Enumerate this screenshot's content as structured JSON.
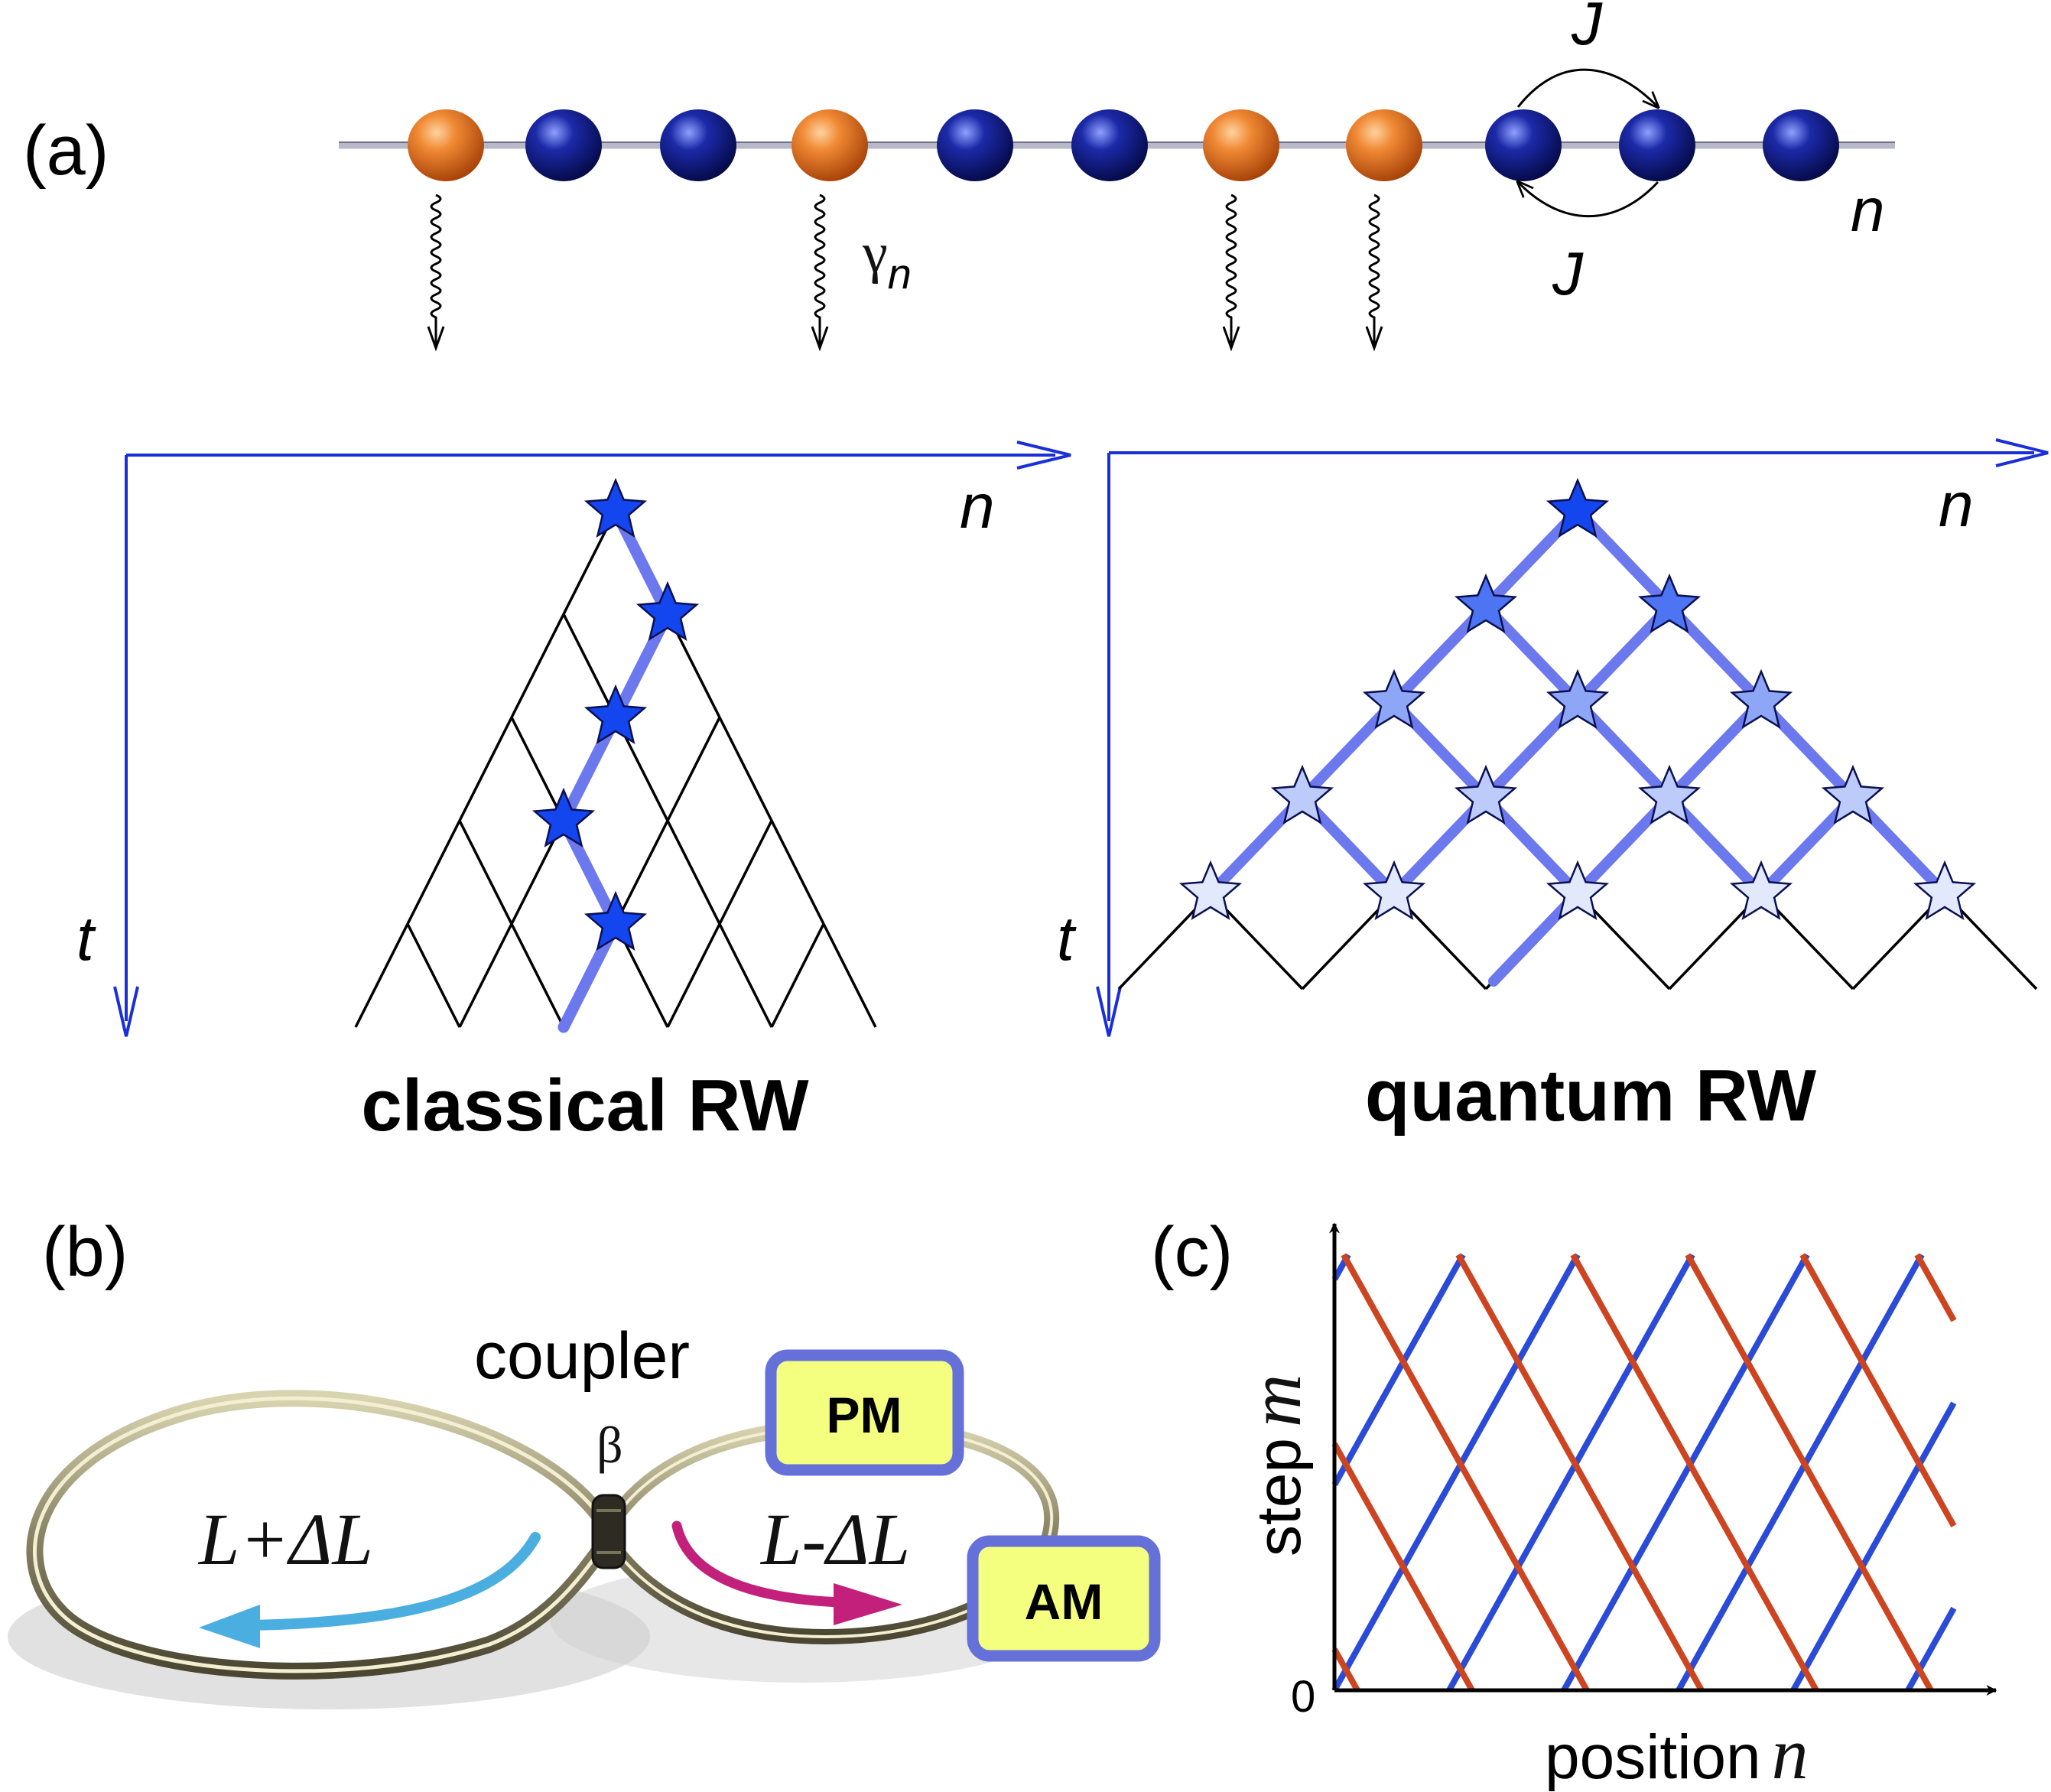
{
  "panel_a": {
    "label": "(a)",
    "axis_label_n": "n",
    "coupling_label": "J",
    "decay_label": "γ",
    "decay_subscript": "n",
    "time_label": "t",
    "classical_title": "classical RW",
    "quantum_title": "quantum RW",
    "site_types": [
      "lossy",
      "lossless",
      "lossless",
      "lossy",
      "lossless",
      "lossless",
      "lossy",
      "lossy",
      "lossless",
      "lossless",
      "lossless"
    ]
  },
  "panel_b": {
    "label": "(b)",
    "coupler_text": "coupler",
    "beta_text": "β",
    "left_loop_text": "L+ΔL",
    "right_loop_text": "L-ΔL",
    "pm_label": "PM",
    "am_label": "AM"
  },
  "panel_c": {
    "label": "(c)",
    "y_label_word": "step",
    "y_label_var": "m",
    "x_label_word": "position",
    "x_label_var": "n",
    "origin_label": "0"
  },
  "colors": {
    "lossy_site": "#e8661c",
    "lossless_site": "#14208c",
    "axis_blue": "#1a2fd8",
    "path_blue": "#6b78ee",
    "red_line": "#cc4420",
    "blue_line": "#2a4ad8",
    "box_fill": "#f4ff80",
    "box_border": "#6570d8"
  }
}
